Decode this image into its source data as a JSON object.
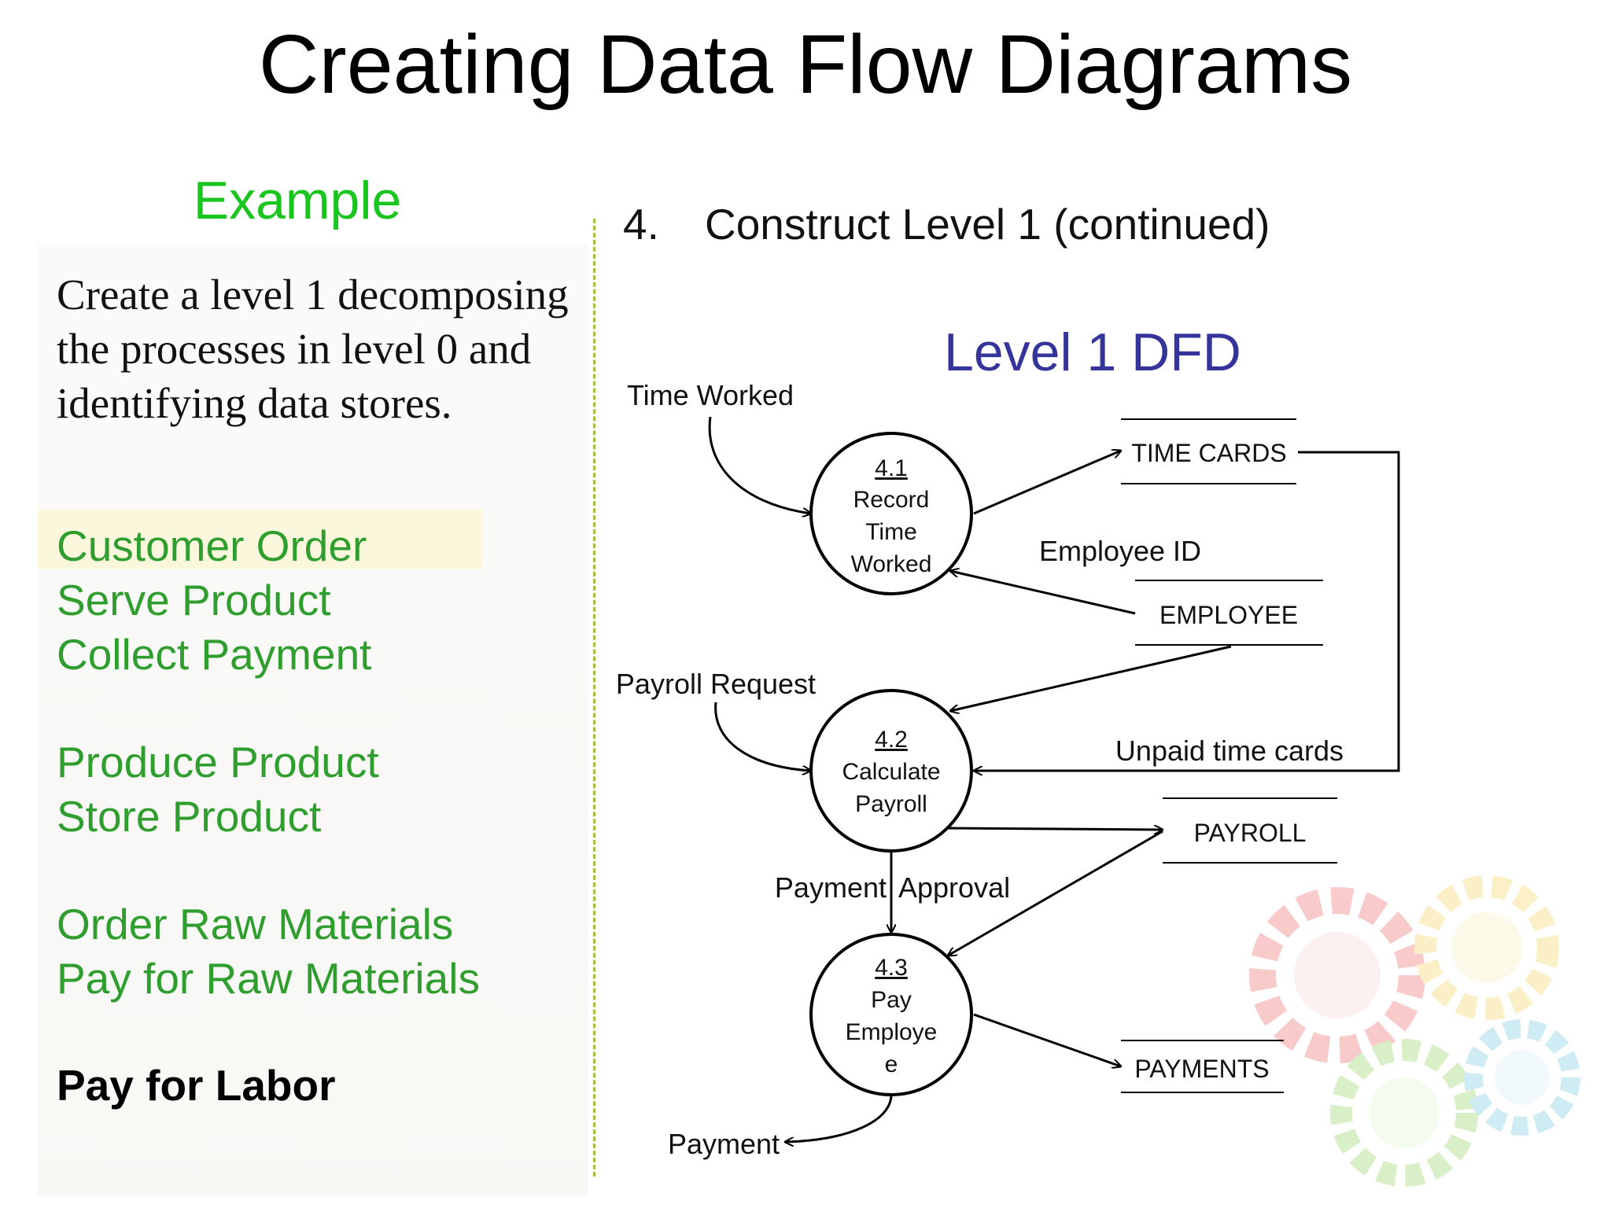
{
  "slide": {
    "title": "Creating Data Flow Diagrams"
  },
  "left_panel": {
    "heading": "Example",
    "intro": "Create a level 1 decomposing the processes in level 0 and identifying data stores.",
    "group1": [
      "Customer Order",
      "Serve Product",
      "Collect Payment"
    ],
    "group2": [
      "Produce Product",
      "Store Product"
    ],
    "group3": [
      "Order Raw Materials",
      "Pay for Raw Materials"
    ],
    "emphasis": "Pay for Labor",
    "colors": {
      "heading": "#19c51e",
      "items": "#2f9e2f",
      "divider": "#9cc43c"
    }
  },
  "right_panel": {
    "step_number": "4.",
    "step_text": "Construct Level 1 (continued)",
    "diagram_title": "Level 1 DFD",
    "diagram_title_color": "#34349a"
  },
  "diagram": {
    "processes": [
      {
        "id": "4.1",
        "lines": [
          "Record",
          "Time",
          "Worked"
        ]
      },
      {
        "id": "4.2",
        "lines": [
          "Calculate",
          "Payroll"
        ]
      },
      {
        "id": "4.3",
        "lines": [
          "Pay",
          "Employe",
          "e"
        ]
      }
    ],
    "data_stores": [
      "TIME CARDS",
      "EMPLOYEE",
      "PAYROLL",
      "PAYMENTS"
    ],
    "flows": {
      "time_worked": "Time Worked",
      "employee_id": "Employee ID",
      "payroll_request": "Payroll Request",
      "unpaid_time_cards": "Unpaid time cards",
      "payment_left": "Payment",
      "approval": "Approval",
      "payment_out": "Payment"
    }
  }
}
